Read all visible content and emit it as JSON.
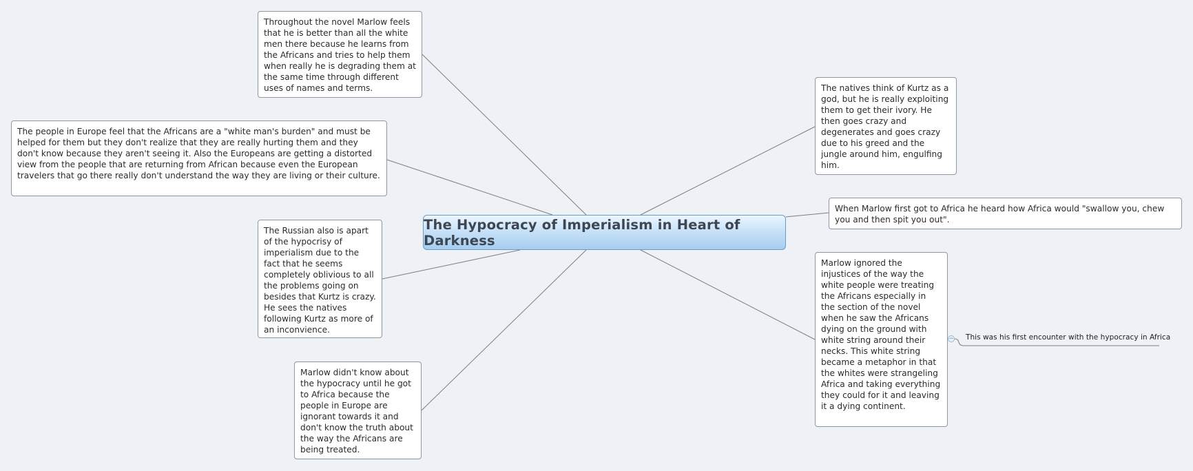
{
  "central_topic": "The Hypocracy of Imperialism in Heart of Darkness",
  "topics": {
    "white_men": "Throughout the novel Marlow feels that he is better than all the white men there because he learns from the Africans and tries to help them when really he is degrading them at the same time through different uses of names and terms.",
    "europe": "The people in Europe feel that the Africans are a \"white man's burden\" and must be helped for them but they don't realize that they are really hurting them and they don't know because they aren't seeing it. Also the Europeans are getting a distorted view from the people that are returning from African because even the European travelers that go there really don't understand the way they are living or their culture.",
    "russian": "The Russian also is apart of the hypocrisy of imperialism due to the fact that he seems completely oblivious to all the problems going on besides that Kurtz is crazy. He sees the natives following Kurtz as more of an inconvience.",
    "marlow_didnt_know": "Marlow didn't know about the hypocracy until he got to Africa because the people in Europe are ignorant towards it and don't know the truth about the way the Africans are being treated.",
    "natives_kurtz": "The natives think of Kurtz as a god, but he is really exploiting them to get their ivory. He then goes crazy and degenerates and goes crazy due to his greed and the jungle around him, engulfing him.",
    "swallow": "When Marlow first got to Africa he heard how Africa would \"swallow you, chew you and then spit you out\".",
    "injustices": "Marlow ignored the injustices of the way the white people were treating the Africans especially in the section of the novel when he saw the Africans dying on the ground with white string around their necks. This white string became a metaphor in that the whites were strangeling Africa and taking everything they could for it and leaving it a dying continent."
  },
  "subtopic": "This was his first encounter with the hypocracy in Africa",
  "collapse_symbol": "−",
  "colors": {
    "background": "#eef1f5",
    "connector": "#7d7d7d",
    "central_fill": "#bcdcf5",
    "central_border": "#6b9ac4"
  }
}
